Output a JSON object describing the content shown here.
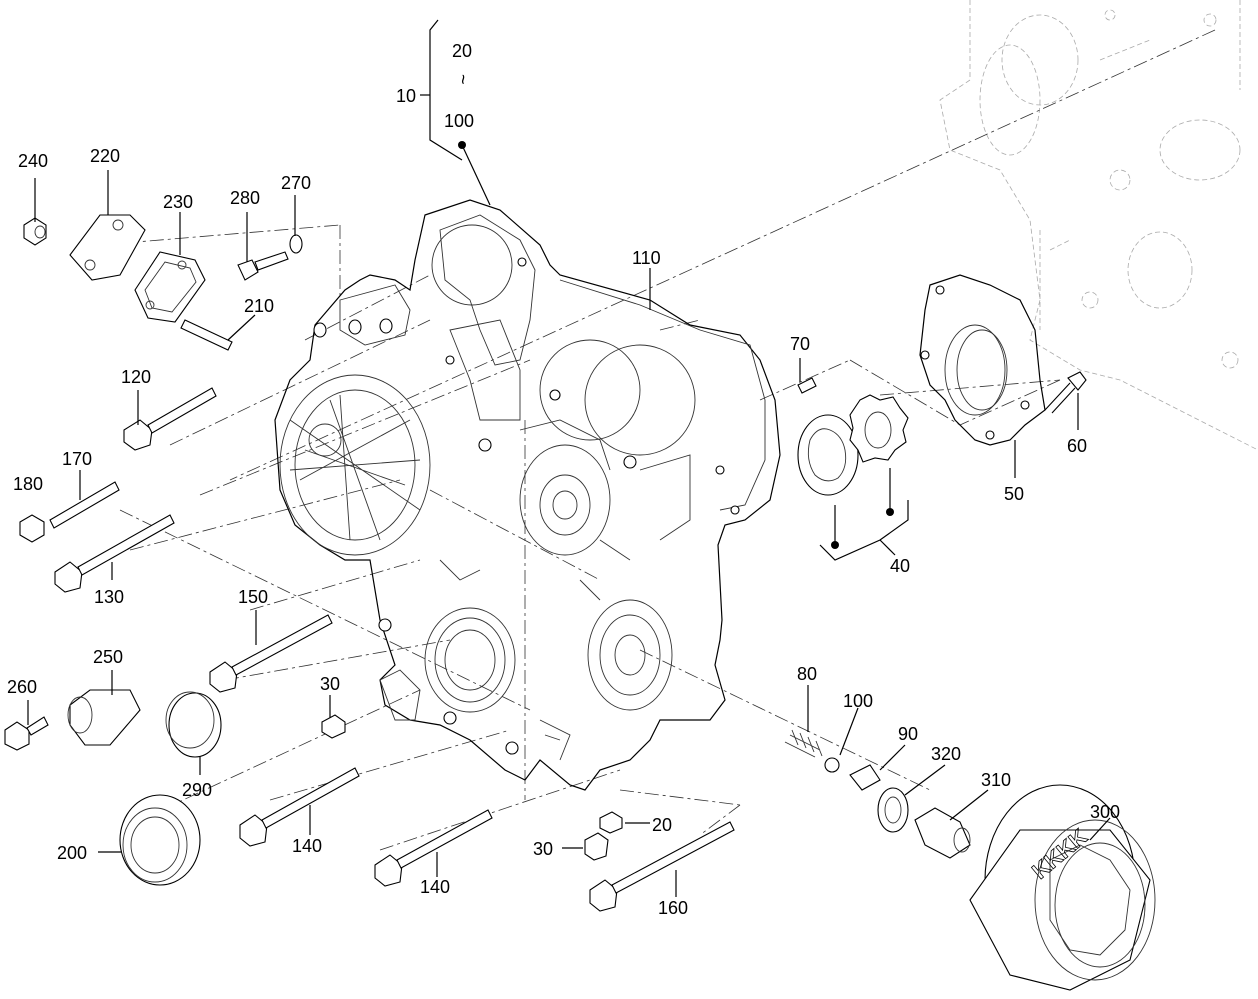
{
  "callouts": {
    "c10": "10",
    "c20_top": "20",
    "c100_top": "100",
    "tilde": "~",
    "c240": "240",
    "c220": "220",
    "c230": "230",
    "c280": "280",
    "c270": "270",
    "c210": "210",
    "c110": "110",
    "c70": "70",
    "c120": "120",
    "c60": "60",
    "c170": "170",
    "c180": "180",
    "c50": "50",
    "c40": "40",
    "c130": "130",
    "c150": "150",
    "c80": "80",
    "c260": "260",
    "c250": "250",
    "c30a": "30",
    "c100": "100",
    "c90": "90",
    "c320": "320",
    "c310": "310",
    "c290": "290",
    "c300": "300",
    "c200": "200",
    "c140a": "140",
    "c20": "20",
    "c30b": "30",
    "c140b": "140",
    "c160": "160"
  },
  "filter_brand": "KKKK"
}
